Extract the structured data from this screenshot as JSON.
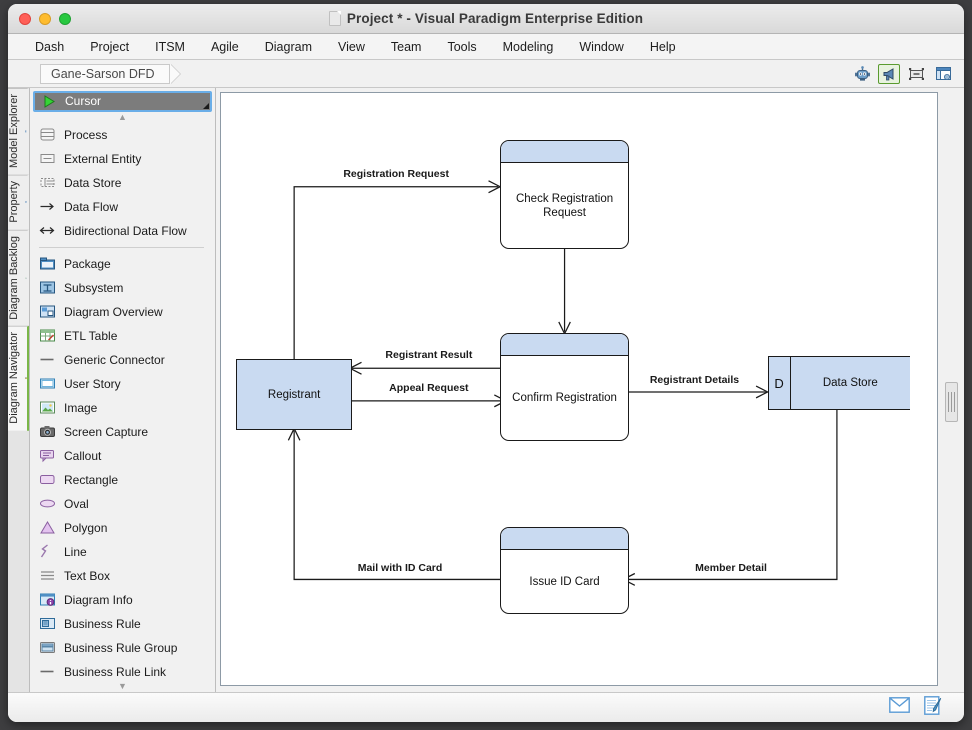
{
  "window": {
    "title": "Project * - Visual Paradigm Enterprise Edition",
    "doc_icon": "document-icon",
    "traffic_lights": [
      "close-button",
      "minimize-button",
      "maximize-button"
    ]
  },
  "menubar": {
    "items": [
      "Dash",
      "Project",
      "ITSM",
      "Agile",
      "Diagram",
      "View",
      "Team",
      "Tools",
      "Modeling",
      "Window",
      "Help"
    ]
  },
  "breadcrumb": {
    "label": "Gane-Sarson DFD"
  },
  "toolbar": {
    "buttons": [
      {
        "name": "robot-assistant-icon",
        "active": false
      },
      {
        "name": "megaphone-icon",
        "active": true
      },
      {
        "name": "filmstrip-icon",
        "active": false
      },
      {
        "name": "layout-window-icon",
        "active": false
      }
    ]
  },
  "rail": {
    "tabs": [
      {
        "label": "Model Explorer",
        "icon": "model-explorer-icon",
        "selected": false
      },
      {
        "label": "Property",
        "icon": "property-icon",
        "selected": false
      },
      {
        "label": "Diagram Backlog",
        "icon": "diagram-backlog-icon",
        "selected": false
      },
      {
        "label": "Diagram Navigator",
        "icon": "diagram-navigator-icon",
        "selected": true
      }
    ]
  },
  "palette": {
    "selected": {
      "label": "Cursor",
      "icon": "cursor-arrow-icon"
    },
    "scroll_up": "▲",
    "scroll_down": "▼",
    "groups": [
      {
        "items": [
          {
            "label": "Process",
            "icon": "process-icon"
          },
          {
            "label": "External Entity",
            "icon": "external-entity-icon"
          },
          {
            "label": "Data Store",
            "icon": "data-store-icon"
          },
          {
            "label": "Data Flow",
            "icon": "data-flow-arrow-icon"
          },
          {
            "label": "Bidirectional Data Flow",
            "icon": "bidirectional-data-flow-icon"
          }
        ]
      },
      {
        "items": [
          {
            "label": "Package",
            "icon": "package-icon"
          },
          {
            "label": "Subsystem",
            "icon": "subsystem-icon"
          },
          {
            "label": "Diagram Overview",
            "icon": "diagram-overview-icon"
          },
          {
            "label": "ETL Table",
            "icon": "etl-table-icon"
          },
          {
            "label": "Generic Connector",
            "icon": "generic-connector-icon"
          },
          {
            "label": "User Story",
            "icon": "user-story-icon"
          },
          {
            "label": "Image",
            "icon": "image-icon"
          },
          {
            "label": "Screen Capture",
            "icon": "screen-capture-icon"
          },
          {
            "label": "Callout",
            "icon": "callout-icon"
          },
          {
            "label": "Rectangle",
            "icon": "rectangle-icon"
          },
          {
            "label": "Oval",
            "icon": "oval-icon"
          },
          {
            "label": "Polygon",
            "icon": "polygon-icon"
          },
          {
            "label": "Line",
            "icon": "line-icon"
          },
          {
            "label": "Text Box",
            "icon": "text-box-icon"
          },
          {
            "label": "Diagram Info",
            "icon": "diagram-info-icon"
          },
          {
            "label": "Business Rule",
            "icon": "business-rule-icon"
          },
          {
            "label": "Business Rule Group",
            "icon": "business-rule-group-icon"
          },
          {
            "label": "Business Rule Link",
            "icon": "business-rule-link-icon"
          }
        ]
      }
    ]
  },
  "statusbar": {
    "icons": [
      {
        "name": "mail-icon"
      },
      {
        "name": "notes-edit-icon"
      }
    ]
  },
  "diagram": {
    "type": "Gane-Sarson Data Flow Diagram",
    "nodes": [
      {
        "id": "check",
        "kind": "process",
        "label": "Check Registration Request"
      },
      {
        "id": "confirm",
        "kind": "process",
        "label": "Confirm Registration"
      },
      {
        "id": "issue",
        "kind": "process",
        "label": "Issue ID Card"
      },
      {
        "id": "reg",
        "kind": "external-entity",
        "label": "Registrant"
      },
      {
        "id": "ds",
        "kind": "data-store",
        "key": "D",
        "label": "Data Store"
      }
    ],
    "flows": [
      {
        "label": "Registration Request",
        "from": "reg",
        "to": "check"
      },
      {
        "label": "Registrant Result",
        "from": "confirm",
        "to": "reg"
      },
      {
        "label": "Appeal Request",
        "from": "reg",
        "to": "confirm"
      },
      {
        "label": "Registrant Details",
        "from": "confirm",
        "to": "ds"
      },
      {
        "label": "Mail with ID Card",
        "from": "issue",
        "to": "reg"
      },
      {
        "label": "Member Detail",
        "from": "ds",
        "to": "issue"
      }
    ]
  },
  "colors": {
    "shape_fill": "#c9daf1",
    "shape_stroke": "#1a1a1a",
    "canvas": "#ffffff",
    "selection": "#6aaee8"
  }
}
